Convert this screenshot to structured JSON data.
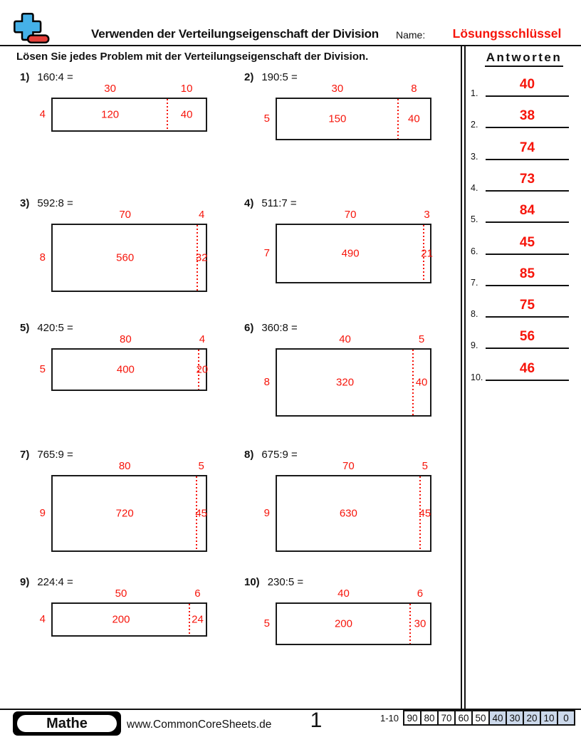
{
  "colors": {
    "accent_red": "#f6150b",
    "score_shade_blue": "#ccd9eb",
    "logo_blue": "#45b1e8",
    "logo_red": "#e6403a"
  },
  "header": {
    "title": "Verwenden der Verteilungseigenschaft der Division",
    "name_label": "Name:",
    "name_value": "Lösungsschlüssel"
  },
  "instruction": "Lösen Sie jedes Problem mit der Verteilungseigenschaft der Division.",
  "problems": [
    {
      "number": "1)",
      "equation": "160:4 =",
      "divisor": "4",
      "top1": "30",
      "top2": "10",
      "cell1": "120",
      "cell2": "40"
    },
    {
      "number": "2)",
      "equation": "190:5 =",
      "divisor": "5",
      "top1": "30",
      "top2": "8",
      "cell1": "150",
      "cell2": "40"
    },
    {
      "number": "3)",
      "equation": "592:8 =",
      "divisor": "8",
      "top1": "70",
      "top2": "4",
      "cell1": "560",
      "cell2": "32"
    },
    {
      "number": "4)",
      "equation": "511:7 =",
      "divisor": "7",
      "top1": "70",
      "top2": "3",
      "cell1": "490",
      "cell2": "21"
    },
    {
      "number": "5)",
      "equation": "420:5 =",
      "divisor": "5",
      "top1": "80",
      "top2": "4",
      "cell1": "400",
      "cell2": "20"
    },
    {
      "number": "6)",
      "equation": "360:8 =",
      "divisor": "8",
      "top1": "40",
      "top2": "5",
      "cell1": "320",
      "cell2": "40"
    },
    {
      "number": "7)",
      "equation": "765:9 =",
      "divisor": "9",
      "top1": "80",
      "top2": "5",
      "cell1": "720",
      "cell2": "45"
    },
    {
      "number": "8)",
      "equation": "675:9 =",
      "divisor": "9",
      "top1": "70",
      "top2": "5",
      "cell1": "630",
      "cell2": "45"
    },
    {
      "number": "9)",
      "equation": "224:4 =",
      "divisor": "4",
      "top1": "50",
      "top2": "6",
      "cell1": "200",
      "cell2": "24"
    },
    {
      "number": "10)",
      "equation": "230:5 =",
      "divisor": "5",
      "top1": "40",
      "top2": "6",
      "cell1": "200",
      "cell2": "30"
    }
  ],
  "answers": {
    "title": "Antworten",
    "items": [
      {
        "num": "1.",
        "value": "40"
      },
      {
        "num": "2.",
        "value": "38"
      },
      {
        "num": "3.",
        "value": "74"
      },
      {
        "num": "4.",
        "value": "73"
      },
      {
        "num": "5.",
        "value": "84"
      },
      {
        "num": "6.",
        "value": "45"
      },
      {
        "num": "7.",
        "value": "85"
      },
      {
        "num": "8.",
        "value": "75"
      },
      {
        "num": "9.",
        "value": "56"
      },
      {
        "num": "10.",
        "value": "46"
      }
    ]
  },
  "footer": {
    "subject_badge": "Mathe",
    "website": "www.CommonCoreSheets.de",
    "page_number": "1",
    "score_label": "1-10",
    "score_cells": [
      {
        "label": "90",
        "shaded": false
      },
      {
        "label": "80",
        "shaded": false
      },
      {
        "label": "70",
        "shaded": false
      },
      {
        "label": "60",
        "shaded": false
      },
      {
        "label": "50",
        "shaded": false
      },
      {
        "label": "40",
        "shaded": true
      },
      {
        "label": "30",
        "shaded": true
      },
      {
        "label": "20",
        "shaded": true
      },
      {
        "label": "10",
        "shaded": true
      },
      {
        "label": "0",
        "shaded": true
      }
    ]
  }
}
